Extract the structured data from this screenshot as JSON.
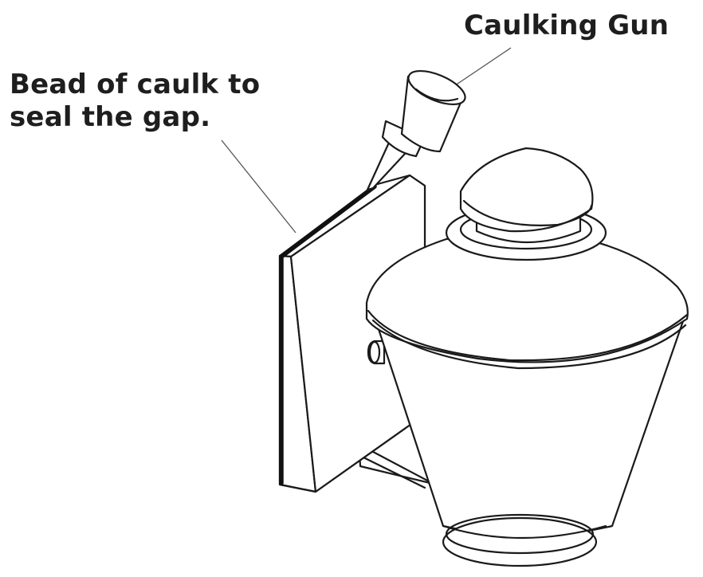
{
  "labels": {
    "caulk_line1": "Bead of caulk to",
    "caulk_line2": "seal the gap.",
    "gun": "Caulking Gun"
  },
  "colors": {
    "ink": "#1a1a1a",
    "label_text": "#1e1e1e",
    "background": "#ffffff"
  }
}
